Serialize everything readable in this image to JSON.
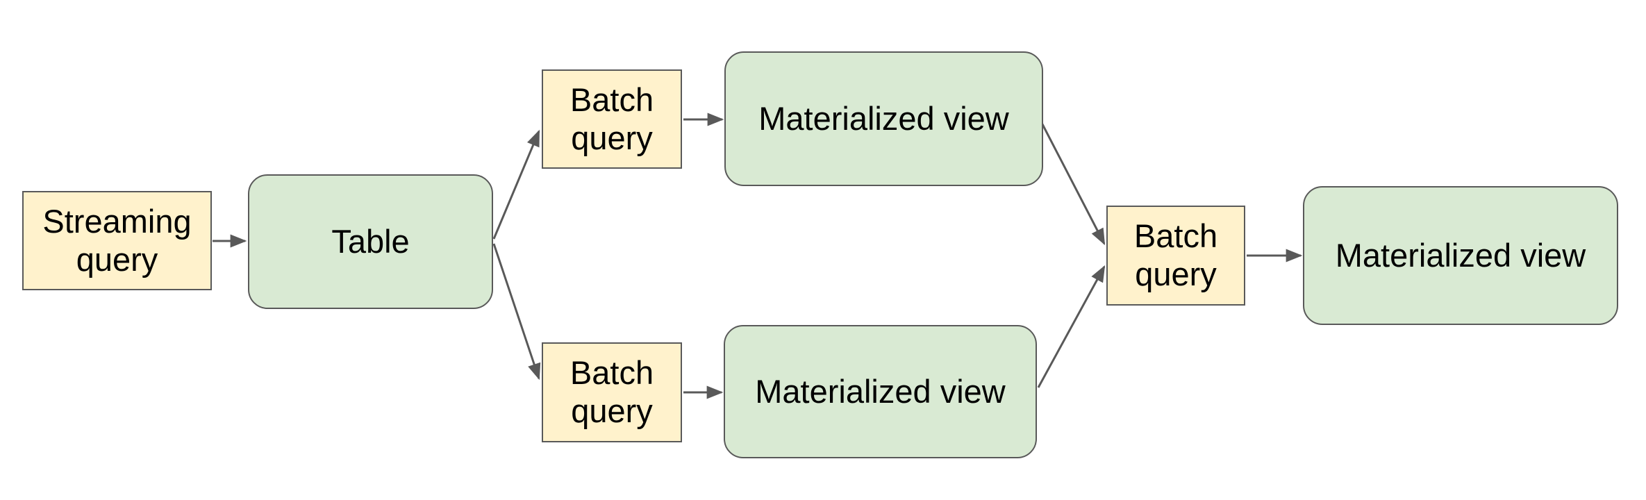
{
  "diagram": {
    "colors": {
      "query_fill": "#fff2cc",
      "artifact_fill": "#d9ead3",
      "node_border": "#595959",
      "arrow": "#595959",
      "text": "#000000",
      "background": "#ffffff"
    },
    "nodes": {
      "streaming_query": {
        "label": "Streaming query",
        "kind": "query"
      },
      "table": {
        "label": "Table",
        "kind": "table"
      },
      "batch_query_top": {
        "label": "Batch query",
        "kind": "query"
      },
      "materialized_view_top": {
        "label": "Materialized view",
        "kind": "materialized-view"
      },
      "batch_query_bottom": {
        "label": "Batch query",
        "kind": "query"
      },
      "materialized_view_bottom": {
        "label": "Materialized view",
        "kind": "materialized-view"
      },
      "batch_query_final": {
        "label": "Batch query",
        "kind": "query"
      },
      "materialized_view_final": {
        "label": "Materialized view",
        "kind": "materialized-view"
      }
    },
    "edges": [
      {
        "from": "streaming_query",
        "to": "table"
      },
      {
        "from": "table",
        "to": "batch_query_top"
      },
      {
        "from": "table",
        "to": "batch_query_bottom"
      },
      {
        "from": "batch_query_top",
        "to": "materialized_view_top"
      },
      {
        "from": "batch_query_bottom",
        "to": "materialized_view_bottom"
      },
      {
        "from": "materialized_view_top",
        "to": "batch_query_final"
      },
      {
        "from": "materialized_view_bottom",
        "to": "batch_query_final"
      },
      {
        "from": "batch_query_final",
        "to": "materialized_view_final"
      }
    ]
  }
}
